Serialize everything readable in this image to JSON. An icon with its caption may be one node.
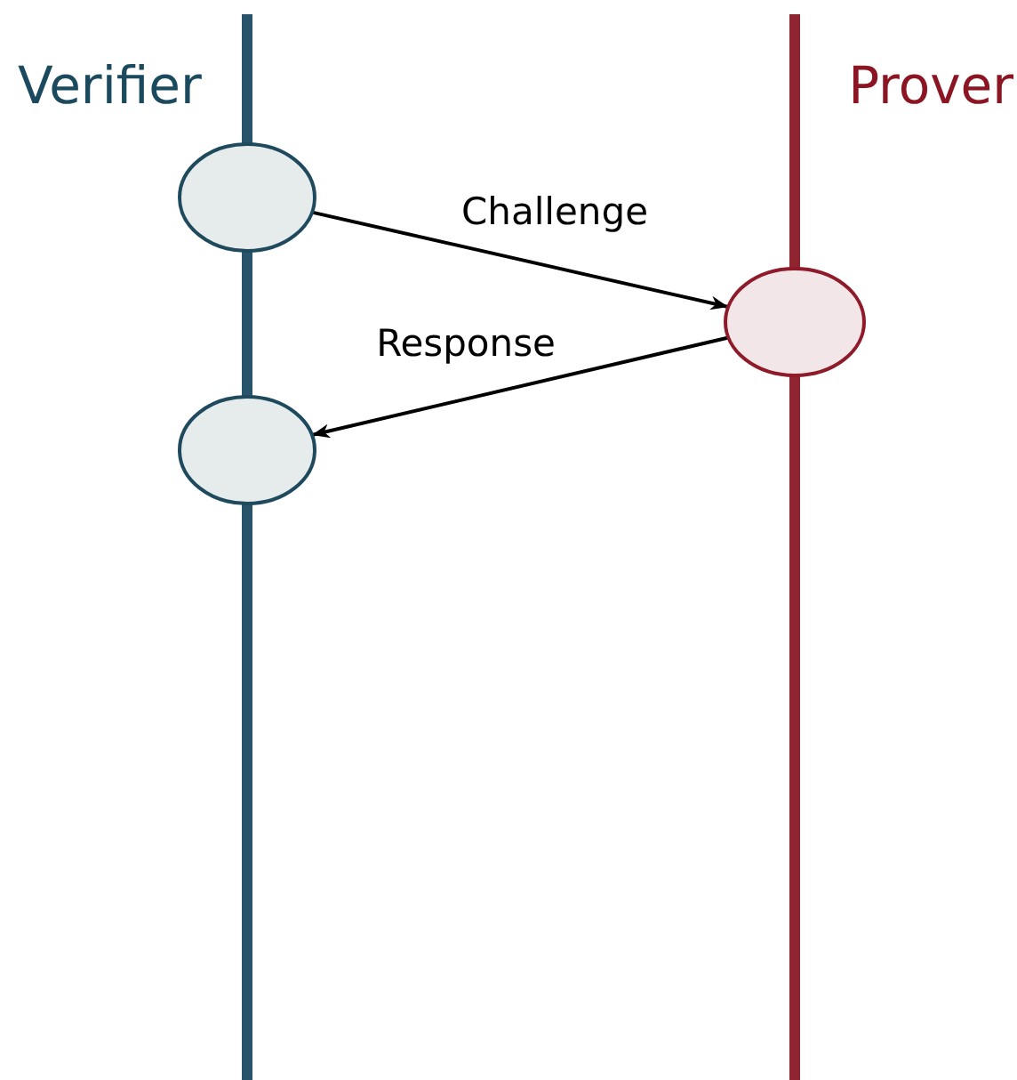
{
  "diagram": {
    "nodes": [
      {
        "text": [
          "Verifier"
        ]
      },
      {
        "text": [
          "Prover"
        ]
      },
      {
        "text": [],
        "shape": "circle"
      },
      {
        "text": [],
        "shape": "circle"
      },
      {
        "text": [],
        "shape": "circle"
      }
    ],
    "edges": [
      {
        "from": 2,
        "to": 3,
        "arrow": "to",
        "label": "Challenge"
      },
      {
        "from": 3,
        "to": 4,
        "arrow": "to",
        "label": "Response"
      }
    ]
  }
}
